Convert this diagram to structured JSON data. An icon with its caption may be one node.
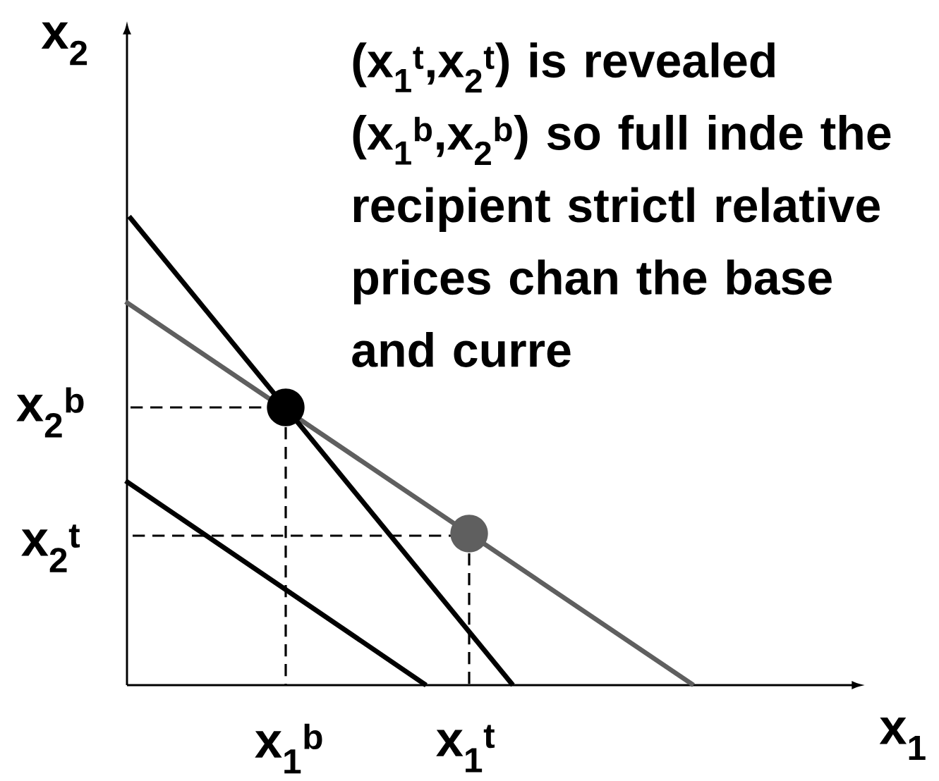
{
  "diagram": {
    "labels": [
      "x$_{2}$",
      "(x$_{1}$$^{t}$,x$_{2}$$^{t}$) is revealed (x$_{1}$$^{b}$,x$_{2}$$^{b}$) so full inde the recipient strictl relative prices chan the base and curre",
      "x$_{2}$$^{b}$",
      "x$_{2}$$^{t}$",
      "x$_{1}$$^{b}$",
      "x$_{1}$$^{t}$",
      "x$_{1}$"
    ]
  }
}
